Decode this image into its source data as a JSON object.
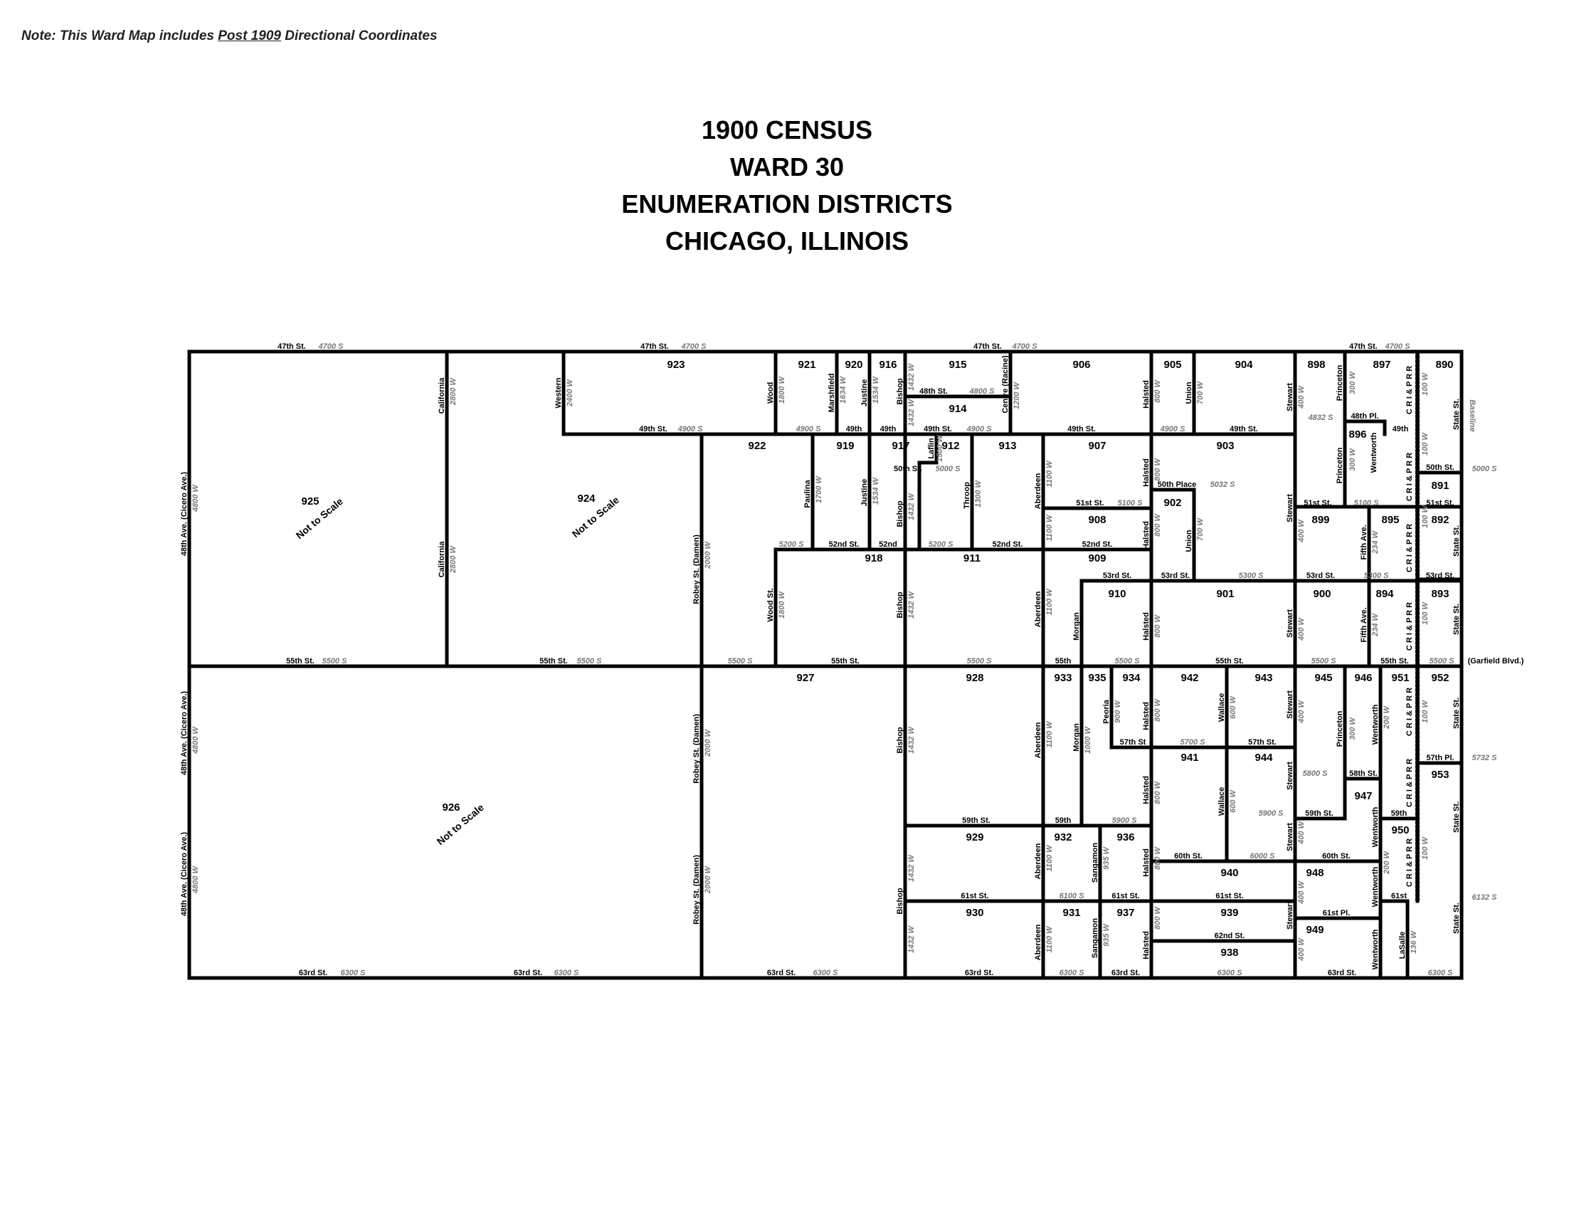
{
  "note": {
    "prefix": "Note:  This Ward Map includes ",
    "underlined": "Post 1909",
    "suffix": " Directional Coordinates"
  },
  "title": [
    "1900 CENSUS",
    "WARD 30",
    "ENUMERATION DISTRICTS",
    "CHICAGO, ILLINOIS"
  ],
  "districts": [
    "890",
    "891",
    "892",
    "893",
    "894",
    "895",
    "896",
    "897",
    "898",
    "899",
    "900",
    "901",
    "902",
    "903",
    "904",
    "905",
    "906",
    "907",
    "908",
    "909",
    "910",
    "911",
    "912",
    "913",
    "914",
    "915",
    "916",
    "917",
    "918",
    "919",
    "920",
    "921",
    "922",
    "923",
    "924",
    "925",
    "926",
    "927",
    "928",
    "929",
    "930",
    "931",
    "932",
    "933",
    "934",
    "935",
    "936",
    "937",
    "938",
    "939",
    "940",
    "941",
    "942",
    "943",
    "944",
    "945",
    "946",
    "947",
    "948",
    "949",
    "950",
    "951",
    "952",
    "953"
  ],
  "not_to_scale": "Not to Scale",
  "streets": {
    "s47": "47th St.",
    "c4700": "4700 S",
    "s49": "49th St.",
    "c4900": "4900 S",
    "s49short": "49th",
    "s55": "55th St.",
    "c5500": "5500 S",
    "s55short": "55th",
    "s63": "63rd St.",
    "c6300": "6300 S",
    "s48pl": "48th Pl.",
    "s48": "48th St.",
    "c4800": "4800 S",
    "s50": "50th St.",
    "c5000": "5000 S",
    "s50pl": "50th Place",
    "c5032": "5032 S",
    "s51": "51st St.",
    "c5100": "5100 S",
    "s52": "52nd St.",
    "s52short": "52nd",
    "c5200": "5200 S",
    "s53": "53rd St.",
    "c5300": "5300 S",
    "s57": "57th St",
    "s57b": "57th St.",
    "c5700": "5700 S",
    "s57pl": "57th Pl.",
    "c5732": "5732 S",
    "s58": "58th St.",
    "c5800": "5800 S",
    "s59": "59th St.",
    "s59short": "59th",
    "c5900": "5900 S",
    "s60": "60th St.",
    "c6000": "6000 S",
    "s61": "61st St.",
    "s61short": "61st",
    "c6100": "6100 S",
    "s61pl": "61st Pl.",
    "c6132": "6132 S",
    "s62": "62nd St.",
    "garfield": "(Garfield Blvd.)",
    "cicero": "48th Ave. (Cicero Ave.)",
    "c4800w": "4800 W",
    "california": "California",
    "c2800w": "2800 W",
    "western": "Western",
    "c2400w": "2400 W",
    "robey": "Robey St. (Damen)",
    "c2000w": "2000 W",
    "wood": "Wood",
    "woodst": "Wood St.",
    "c1800w": "1800 W",
    "paulina": "Paulina",
    "c1700w": "1700 W",
    "marshfield": "Marshfield",
    "c1634w": "1634 W",
    "justine": "Justine",
    "c1534w": "1534 W",
    "bishop": "Bishop",
    "c1432w": "1432 W",
    "laflin": "Laflin",
    "c1500w": "1500 W",
    "throop": "Throop",
    "c1300w": "1300 W",
    "centre": "Centre (Racine)",
    "c1200w": "1200 W",
    "aberdeen": "Aberdeen",
    "c1100w": "1100 W",
    "morgan": "Morgan",
    "c1000w": "1000 W",
    "peoria": "Peoria",
    "c900w": "900 W",
    "sangamon": "Sangamon",
    "c935w": "935 W",
    "halsted": "Halsted",
    "c800w": "800 W",
    "union": "Union",
    "c700w": "700 W",
    "wallace": "Wallace",
    "c600w": "600 W",
    "stewart": "Stewart",
    "c400w": "400 W",
    "princeton": "Princeton",
    "c300w": "300 W",
    "wentworth": "Wentworth",
    "c200w": "200 W",
    "fifth": "Fifth Ave.",
    "c234w": "234 W",
    "lasalle": "LaSalle",
    "c136w": "136 W",
    "state": "State St.",
    "c100w": "100 W",
    "rr": "C R I & P R R",
    "c4832": "4832 S"
  }
}
